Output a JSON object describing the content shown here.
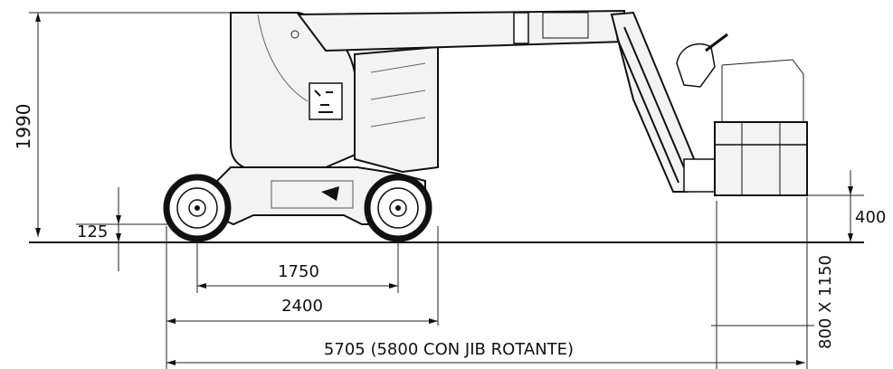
{
  "dimensions": {
    "height_total": "1990",
    "ground_clearance": "125",
    "wheelbase": "1750",
    "overall_width": "2400",
    "overall_length": "5705 (5800 CON JIB ROTANTE)",
    "platform_height": "400",
    "platform_size": "800 X 1150"
  },
  "colors": {
    "line": "#111111",
    "body": "#f3f3f3",
    "background": "#ffffff"
  }
}
